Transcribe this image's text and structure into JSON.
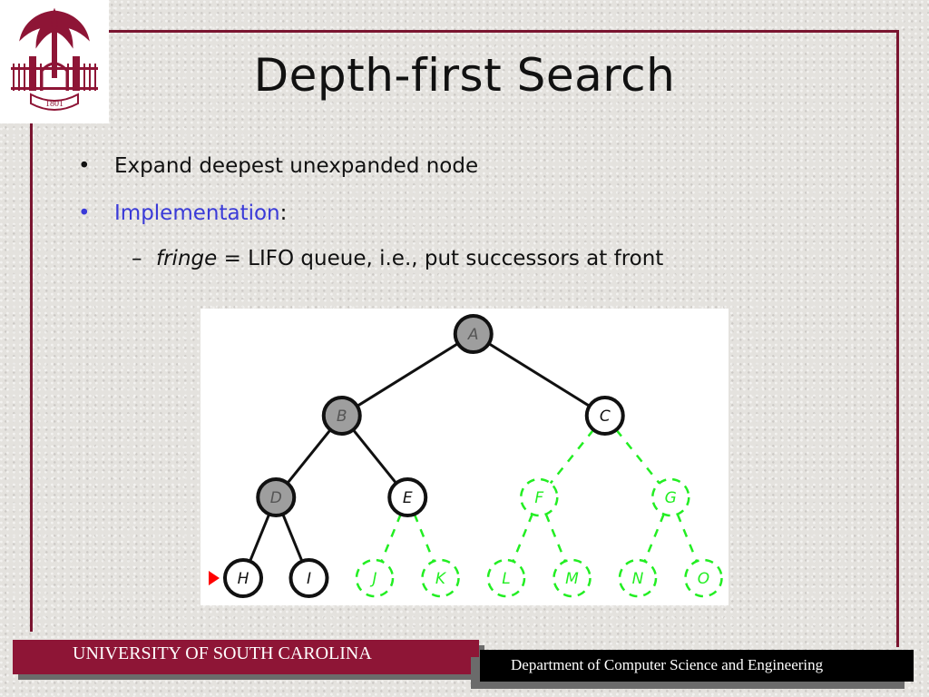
{
  "slide": {
    "title": "Depth-first Search",
    "bullets": [
      {
        "text": "Expand deepest unexpanded node",
        "colon": ""
      },
      {
        "text": "Implementation",
        "colon": ":"
      }
    ],
    "sub_bullet": {
      "term": "fringe",
      "rest": " = LIFO queue, i.e., put successors at front"
    },
    "logo_year": "1801"
  },
  "tree": {
    "nodes": [
      {
        "id": "A",
        "state": "expanded"
      },
      {
        "id": "B",
        "state": "expanded"
      },
      {
        "id": "C",
        "state": "frontier"
      },
      {
        "id": "D",
        "state": "expanded"
      },
      {
        "id": "E",
        "state": "frontier"
      },
      {
        "id": "F",
        "state": "unseen"
      },
      {
        "id": "G",
        "state": "unseen"
      },
      {
        "id": "H",
        "state": "current"
      },
      {
        "id": "I",
        "state": "frontier"
      },
      {
        "id": "J",
        "state": "unseen"
      },
      {
        "id": "K",
        "state": "unseen"
      },
      {
        "id": "L",
        "state": "unseen"
      },
      {
        "id": "M",
        "state": "unseen"
      },
      {
        "id": "N",
        "state": "unseen"
      },
      {
        "id": "O",
        "state": "unseen"
      }
    ],
    "colors": {
      "expanded_fill": "#9e9e9e",
      "frontier_fill": "#ffffff",
      "unseen": "#22ee22",
      "pointer": "#ff0000"
    }
  },
  "footer": {
    "left": "UNIVERSITY OF SOUTH CAROLINA",
    "right": "Department of Computer Science and Engineering"
  }
}
